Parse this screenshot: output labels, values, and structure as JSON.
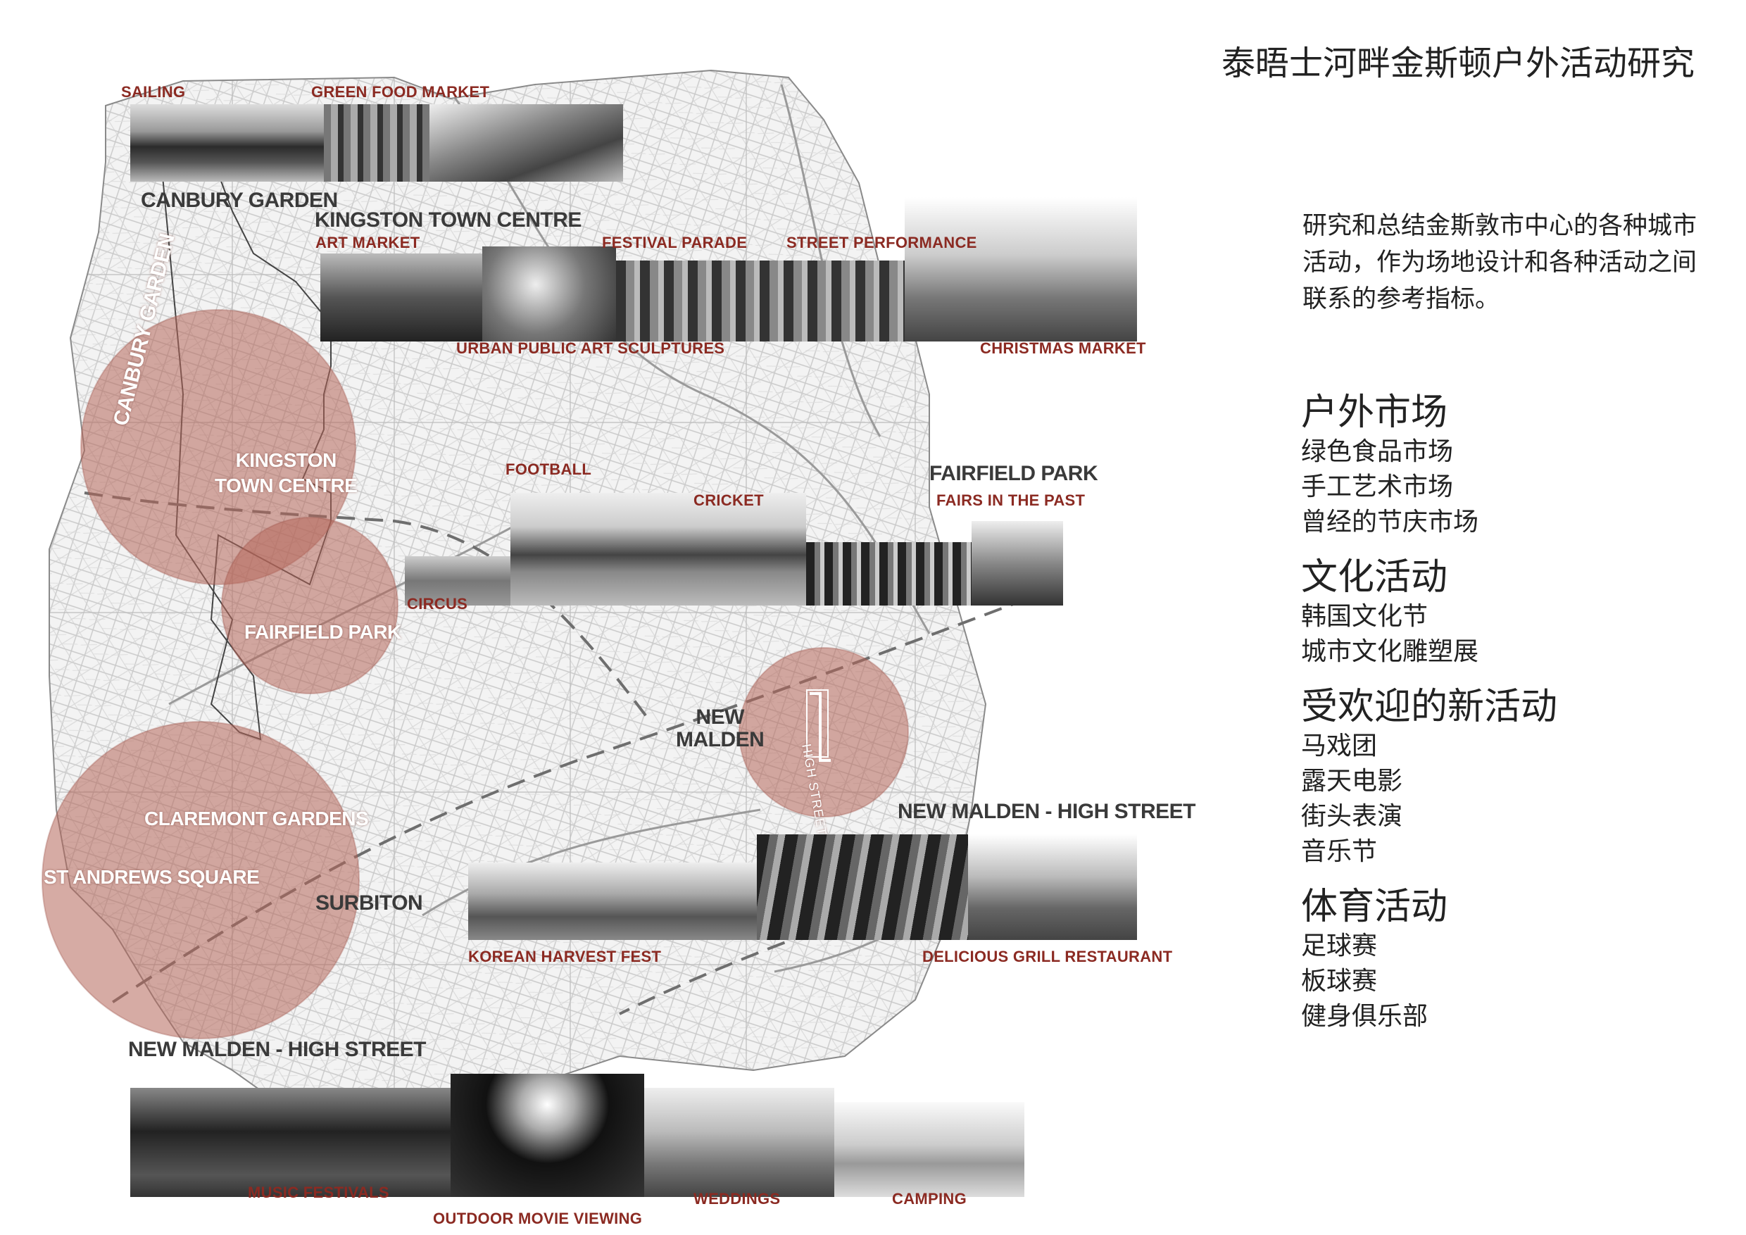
{
  "header": {
    "title": "泰晤士河畔金斯顿户外活动研究"
  },
  "intro": {
    "text": "研究和总结金斯敦市中心的各种城市活动，作为场地设计和各种活动之间联系的参考指标。"
  },
  "categories": [
    {
      "heading": "户外市场",
      "items": [
        "绿色食品市场",
        "手工艺术市场",
        "曾经的节庆市场"
      ]
    },
    {
      "heading": "文化活动",
      "items": [
        "韩国文化节",
        "城市文化雕塑展"
      ]
    },
    {
      "heading": "受欢迎的新活动",
      "items": [
        "马戏团",
        "露天电影",
        "街头表演",
        "音乐节"
      ]
    },
    {
      "heading": "体育活动",
      "items": [
        "足球赛",
        "板球赛",
        "健身俱乐部"
      ]
    }
  ],
  "map": {
    "area_labels": {
      "canbury_garden": "CANBURY GARDEN",
      "kingston_town_centre": "KINGSTON TOWN CENTRE",
      "fairfield_park": "FAIRFIELD PARK",
      "new_malden_high_street_1": "NEW MALDEN - HIGH STREET",
      "new_malden_high_street_2": "NEW MALDEN - HIGH STREET",
      "surbiton": "SURBITON",
      "new_malden": "NEW\nMALDEN"
    },
    "circle_labels": {
      "canbury_garden": "CANBURY GARDEN",
      "kingston_town_centre": "KINGSTON\nTOWN CENTRE",
      "fairfield_park": "FAIRFIELD PARK",
      "claremont_gardens": "CLAREMONT GARDENS",
      "st_andrews_square": "ST ANDREWS SQUARE",
      "high_street": "HIGH STREET"
    },
    "activity_labels": {
      "sailing": "SAILING",
      "green_food_market": "GREEN FOOD MARKET",
      "art_market": "ART MARKET",
      "festival_parade": "FESTIVAL PARADE",
      "street_performance": "STREET PERFORMANCE",
      "urban_public_art_sculptures": "URBAN PUBLIC ART SCULPTURES",
      "christmas_market": "CHRISTMAS MARKET",
      "football": "FOOTBALL",
      "cricket": "CRICKET",
      "fairs_in_the_past": "FAIRS IN THE PAST",
      "circus": "CIRCUS",
      "korean_harvest_fest": "KOREAN HARVEST FEST",
      "delicious_grill_restaurant": "DELICIOUS GRILL RESTAURANT",
      "music_festivals": "MUSIC FESTIVALS",
      "outdoor_movie_viewing": "OUTDOOR MOVIE VIEWING",
      "weddings": "WEDDINGS",
      "camping": "CAMPING"
    },
    "colors": {
      "circle_fill": "#b5665a",
      "activity_label": "#8b2a22",
      "area_label": "#3a3a3a",
      "map_line": "#b8b8b8"
    }
  }
}
